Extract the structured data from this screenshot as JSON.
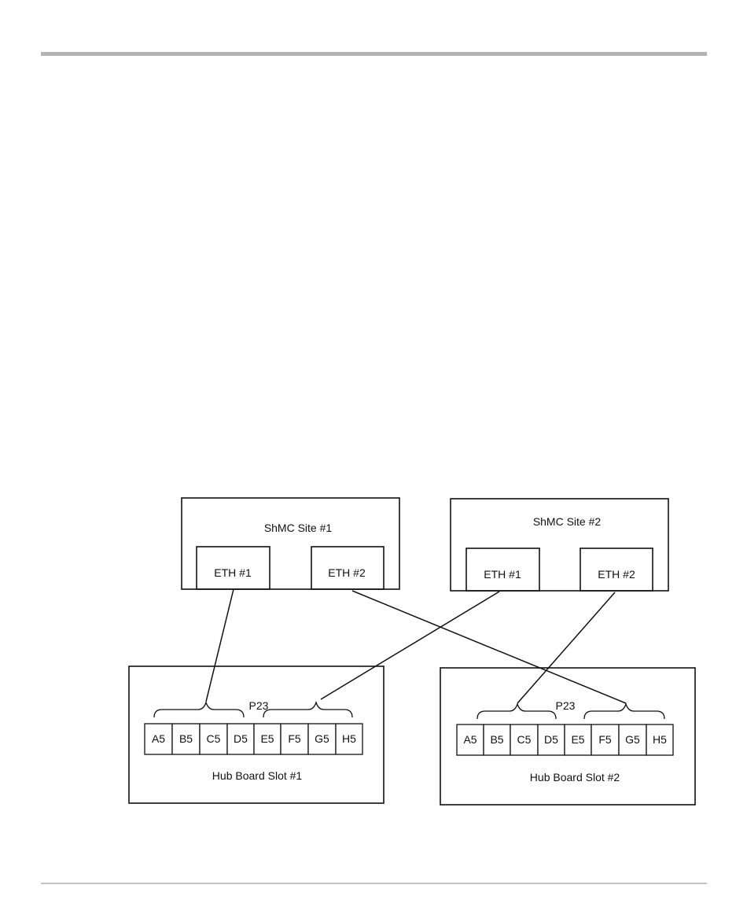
{
  "shmc_sites": [
    {
      "label": "ShMC Site #1",
      "eth": [
        "ETH #1",
        "ETH #2"
      ]
    },
    {
      "label": "ShMC Site #2",
      "eth": [
        "ETH #1",
        "ETH #2"
      ]
    }
  ],
  "hub_boards": [
    {
      "label": "Hub Board Slot #1",
      "connector": "P23",
      "pins": [
        "A5",
        "B5",
        "C5",
        "D5",
        "E5",
        "F5",
        "G5",
        "H5"
      ]
    },
    {
      "label": "Hub Board Slot #2",
      "connector": "P23",
      "pins": [
        "A5",
        "B5",
        "C5",
        "D5",
        "E5",
        "F5",
        "G5",
        "H5"
      ]
    }
  ],
  "links": [
    {
      "from": "ShMC Site #1 / ETH #1",
      "to": "Hub Board Slot #1 / A5-D5"
    },
    {
      "from": "ShMC Site #1 / ETH #2",
      "to": "Hub Board Slot #2 / E5-H5"
    },
    {
      "from": "ShMC Site #2 / ETH #1",
      "to": "Hub Board Slot #1 / E5-H5"
    },
    {
      "from": "ShMC Site #2 / ETH #2",
      "to": "Hub Board Slot #2 / A5-D5"
    }
  ]
}
